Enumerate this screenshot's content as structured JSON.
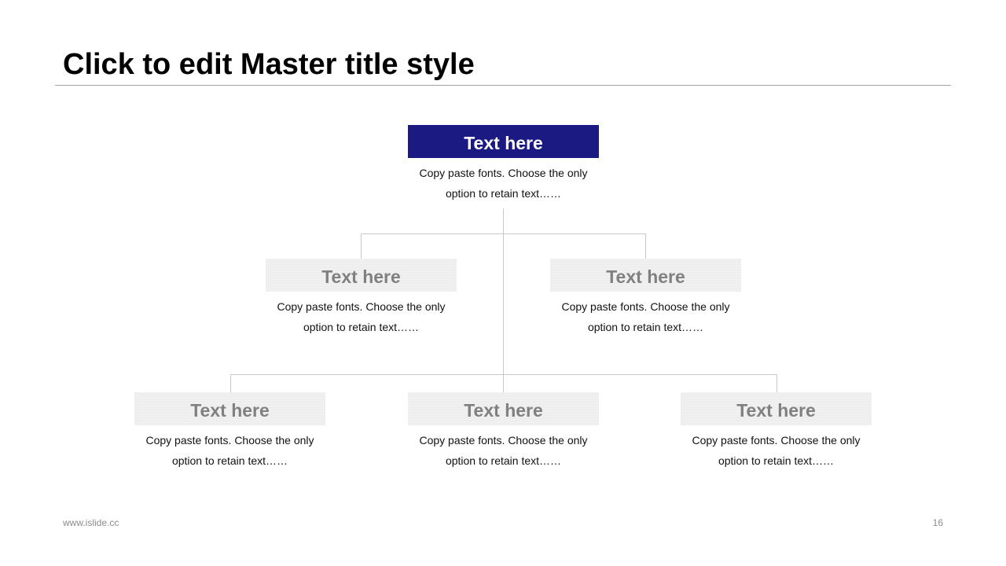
{
  "slide": {
    "title": "Click to edit Master title style",
    "footer_url": "www.islide.cc",
    "page_number": "16"
  },
  "colors": {
    "primary_box": "#1a1a82",
    "secondary_box": "#f2f2f2",
    "secondary_text": "#808080",
    "connector": "#c8c8c8"
  },
  "org_chart": {
    "root": {
      "label": "Text here",
      "line1": "Copy paste fonts. Choose the only",
      "line2": "option to retain text……"
    },
    "level2": [
      {
        "label": "Text here",
        "line1": "Copy paste fonts. Choose the only",
        "line2": "option to retain text……"
      },
      {
        "label": "Text here",
        "line1": "Copy paste fonts. Choose the only",
        "line2": "option to retain text……"
      }
    ],
    "level3": [
      {
        "label": "Text here",
        "line1": "Copy paste fonts. Choose the only",
        "line2": "option to retain text……"
      },
      {
        "label": "Text here",
        "line1": "Copy paste fonts. Choose the only",
        "line2": "option to retain text……"
      },
      {
        "label": "Text here",
        "line1": "Copy paste fonts. Choose the only",
        "line2": "option to retain text……"
      }
    ]
  }
}
